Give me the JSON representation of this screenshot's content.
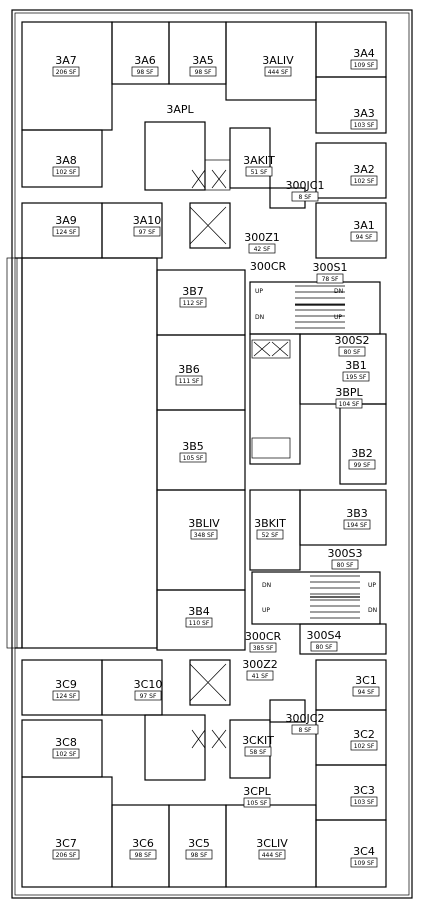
{
  "rooms": [
    {
      "name": "3A7",
      "area": "206 SF",
      "pos": "a"
    },
    {
      "name": "3A6",
      "area": "98 SF"
    },
    {
      "name": "3A5",
      "area": "98 SF"
    },
    {
      "name": "3ALIV",
      "area": "444 SF"
    },
    {
      "name": "3A4",
      "area": "109 SF"
    },
    {
      "name": "3APL",
      "area": ""
    },
    {
      "name": "3A3",
      "area": "103 SF"
    },
    {
      "name": "3A8",
      "area": "102 SF"
    },
    {
      "name": "3AKIT",
      "area": "51 SF"
    },
    {
      "name": "3A2",
      "area": "102 SF"
    },
    {
      "name": "300JC1",
      "area": "8 SF"
    },
    {
      "name": "3A9",
      "area": "124 SF"
    },
    {
      "name": "3A10",
      "area": "97 SF"
    },
    {
      "name": "3A1",
      "area": "94 SF"
    },
    {
      "name": "300Z1",
      "area": "42 SF"
    },
    {
      "name": "300CR",
      "area": ""
    },
    {
      "name": "300S1",
      "area": "78 SF"
    },
    {
      "name": "3B7",
      "area": "112 SF"
    },
    {
      "name": "300S2",
      "area": "80 SF"
    },
    {
      "name": "3B6",
      "area": "111 SF"
    },
    {
      "name": "3B1",
      "area": "195 SF"
    },
    {
      "name": "3BPL",
      "area": "104 SF"
    },
    {
      "name": "3B5",
      "area": "105 SF"
    },
    {
      "name": "3B2",
      "area": "99 SF"
    },
    {
      "name": "3BLIV",
      "area": "348 SF"
    },
    {
      "name": "3BKIT",
      "area": "52 SF"
    },
    {
      "name": "3B3",
      "area": "194 SF"
    },
    {
      "name": "300S3",
      "area": "80 SF"
    },
    {
      "name": "3B4",
      "area": "110 SF"
    },
    {
      "name": "300CR",
      "area": "385 SF"
    },
    {
      "name": "300S4",
      "area": "80 SF"
    },
    {
      "name": "300Z2",
      "area": "41 SF"
    },
    {
      "name": "3C9",
      "area": "124 SF"
    },
    {
      "name": "3C10",
      "area": "97 SF"
    },
    {
      "name": "3C1",
      "area": "94 SF"
    },
    {
      "name": "300JC2",
      "area": "8 SF"
    },
    {
      "name": "3C8",
      "area": "102 SF"
    },
    {
      "name": "3CKIT",
      "area": "58 SF"
    },
    {
      "name": "3C2",
      "area": "102 SF"
    },
    {
      "name": "3CPL",
      "area": "105 SF"
    },
    {
      "name": "3C3",
      "area": "103 SF"
    },
    {
      "name": "3C7",
      "area": "206 SF"
    },
    {
      "name": "3C6",
      "area": "98 SF"
    },
    {
      "name": "3C5",
      "area": "98 SF"
    },
    {
      "name": "3CLIV",
      "area": "444 SF"
    },
    {
      "name": "3C4",
      "area": "109 SF"
    }
  ],
  "stair_marks": {
    "up": "UP",
    "dn": "DN"
  }
}
